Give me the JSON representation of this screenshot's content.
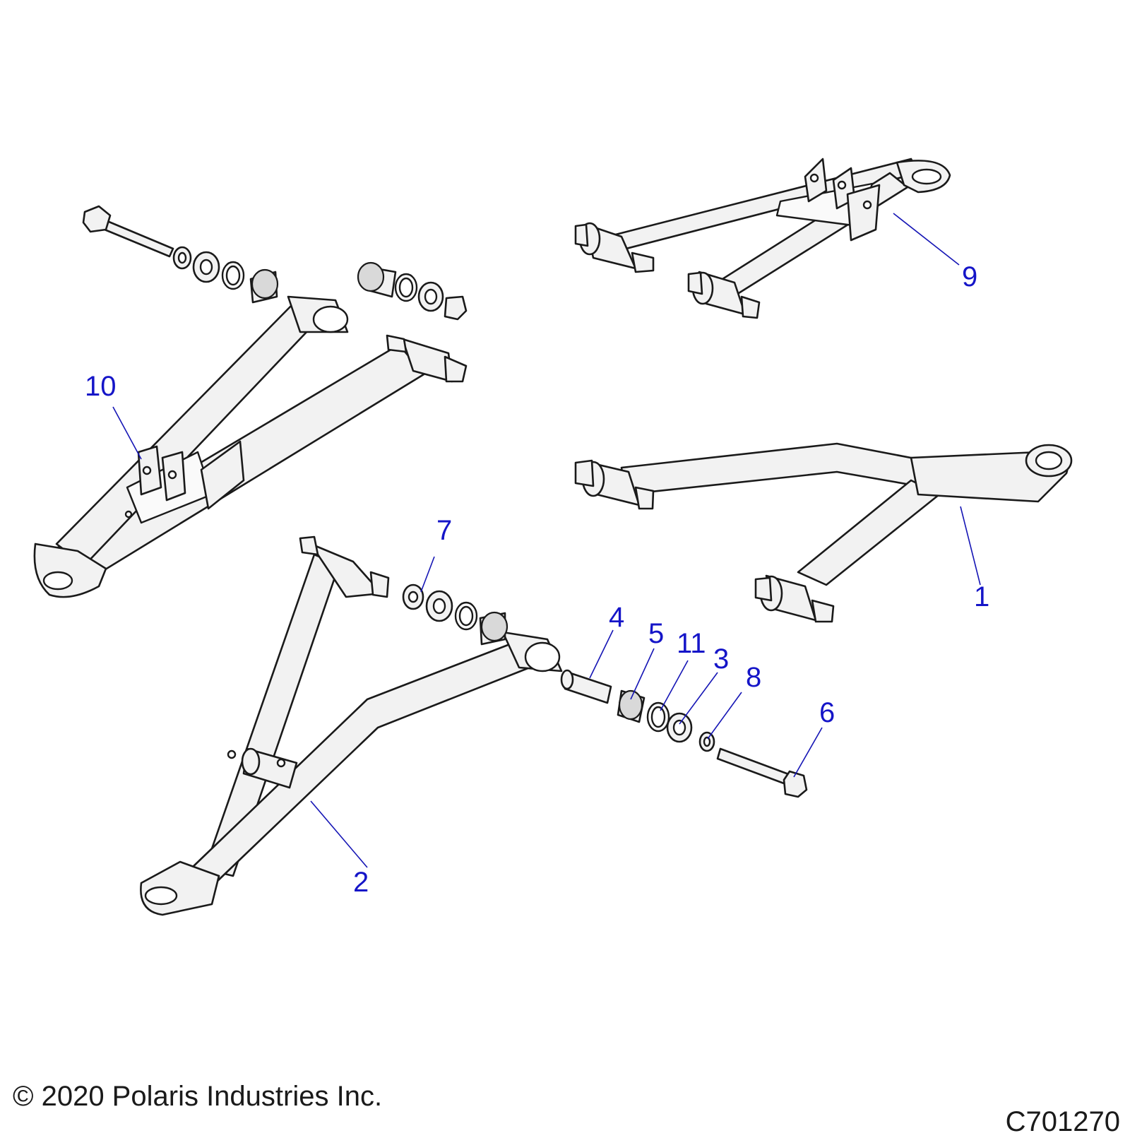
{
  "callouts": {
    "c1": "1",
    "c2": "2",
    "c3": "3",
    "c4": "4",
    "c5": "5",
    "c6": "6",
    "c7": "7",
    "c8": "8",
    "c9": "9",
    "c10": "10",
    "c11": "11"
  },
  "footer": {
    "copyright": "© 2020 Polaris Industries Inc.",
    "drawing_number": "C701270"
  },
  "colors": {
    "callout_text": "#1515c8",
    "leader_line": "#1515b5",
    "part_fill": "#f2f2f2",
    "outline": "#1a1a1a"
  }
}
